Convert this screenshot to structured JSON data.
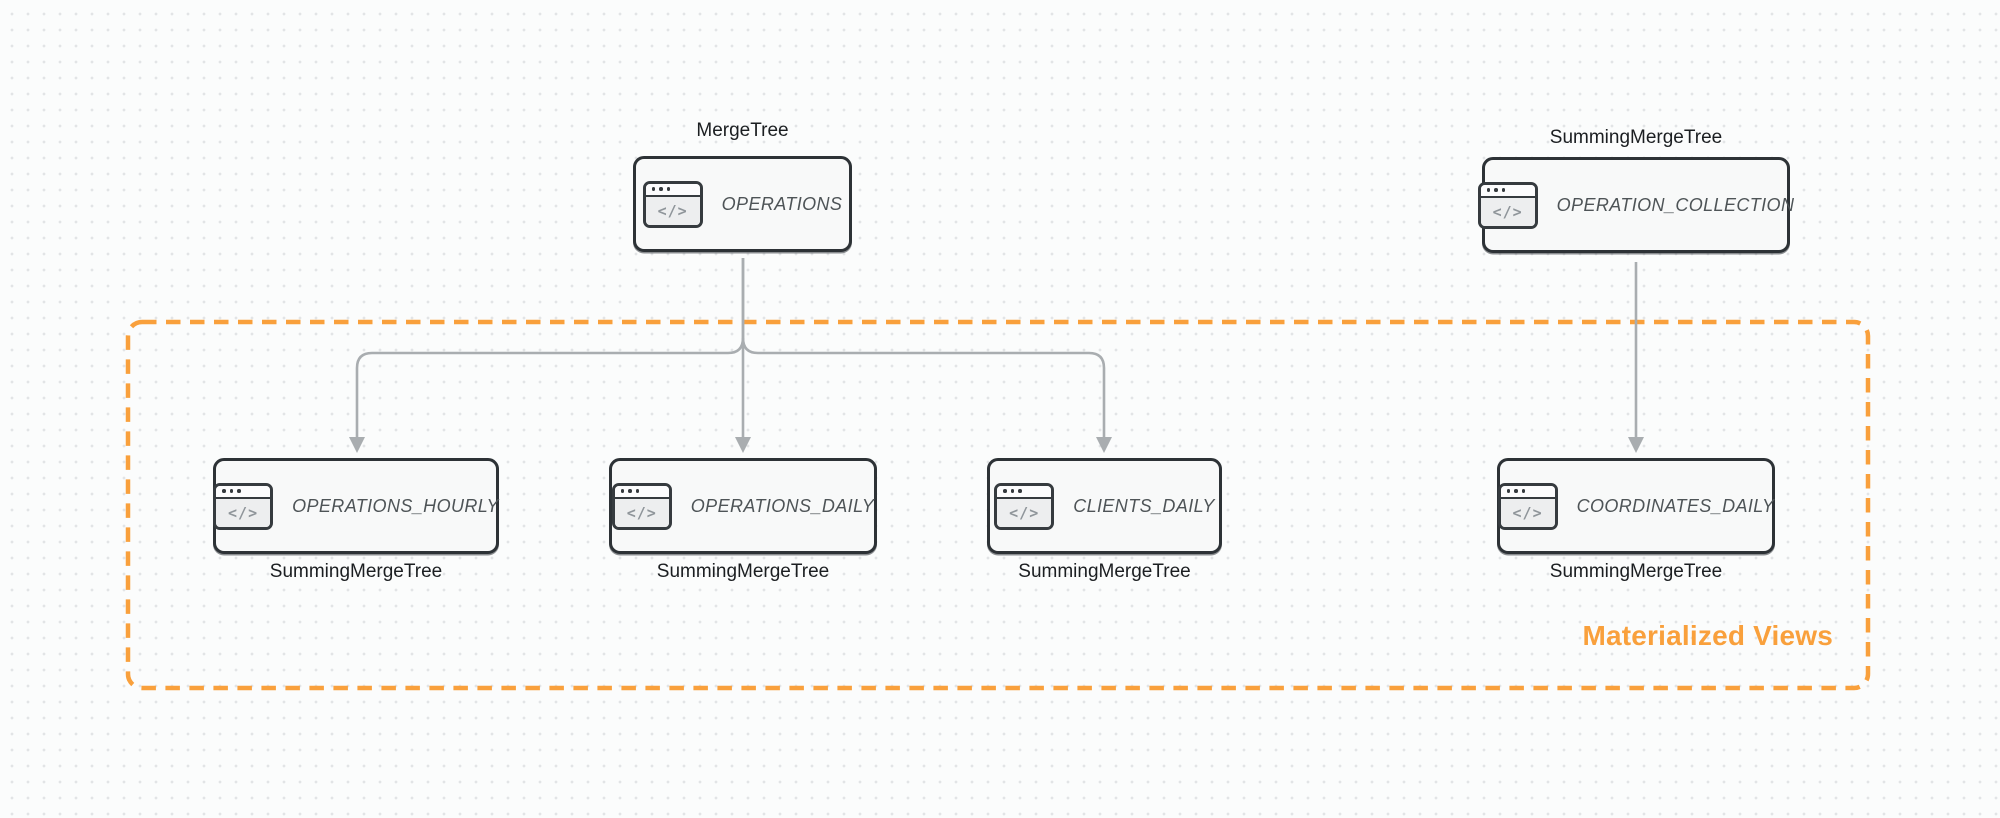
{
  "colors": {
    "accent_orange": "#F9A03C",
    "arrow_gray": "#A9ADB0",
    "node_border": "#2D3236",
    "node_fill": "#F8F9F9",
    "node_text": "#4E5457",
    "engine_label_text": "#1B1E21",
    "background": "#FBFCFC",
    "grid_dot": "#E2E4E6"
  },
  "group_label": "Materialized Views",
  "icon_glyph": "</>",
  "nodes": {
    "operations": {
      "table": "OPERATIONS",
      "engine": "MergeTree"
    },
    "operation_collection": {
      "table": "OPERATION_COLLECTION",
      "engine": "SummingMergeTree"
    },
    "operations_hourly": {
      "table": "OPERATIONS_HOURLY",
      "engine": "SummingMergeTree"
    },
    "operations_daily": {
      "table": "OPERATIONS_DAILY",
      "engine": "SummingMergeTree"
    },
    "clients_daily": {
      "table": "CLIENTS_DAILY",
      "engine": "SummingMergeTree"
    },
    "coordinates_daily": {
      "table": "COORDINATES_DAILY",
      "engine": "SummingMergeTree"
    }
  },
  "edges": [
    {
      "from": "OPERATIONS",
      "to": "OPERATIONS_HOURLY"
    },
    {
      "from": "OPERATIONS",
      "to": "OPERATIONS_DAILY"
    },
    {
      "from": "OPERATIONS",
      "to": "CLIENTS_DAILY"
    },
    {
      "from": "OPERATION_COLLECTION",
      "to": "COORDINATES_DAILY"
    }
  ]
}
